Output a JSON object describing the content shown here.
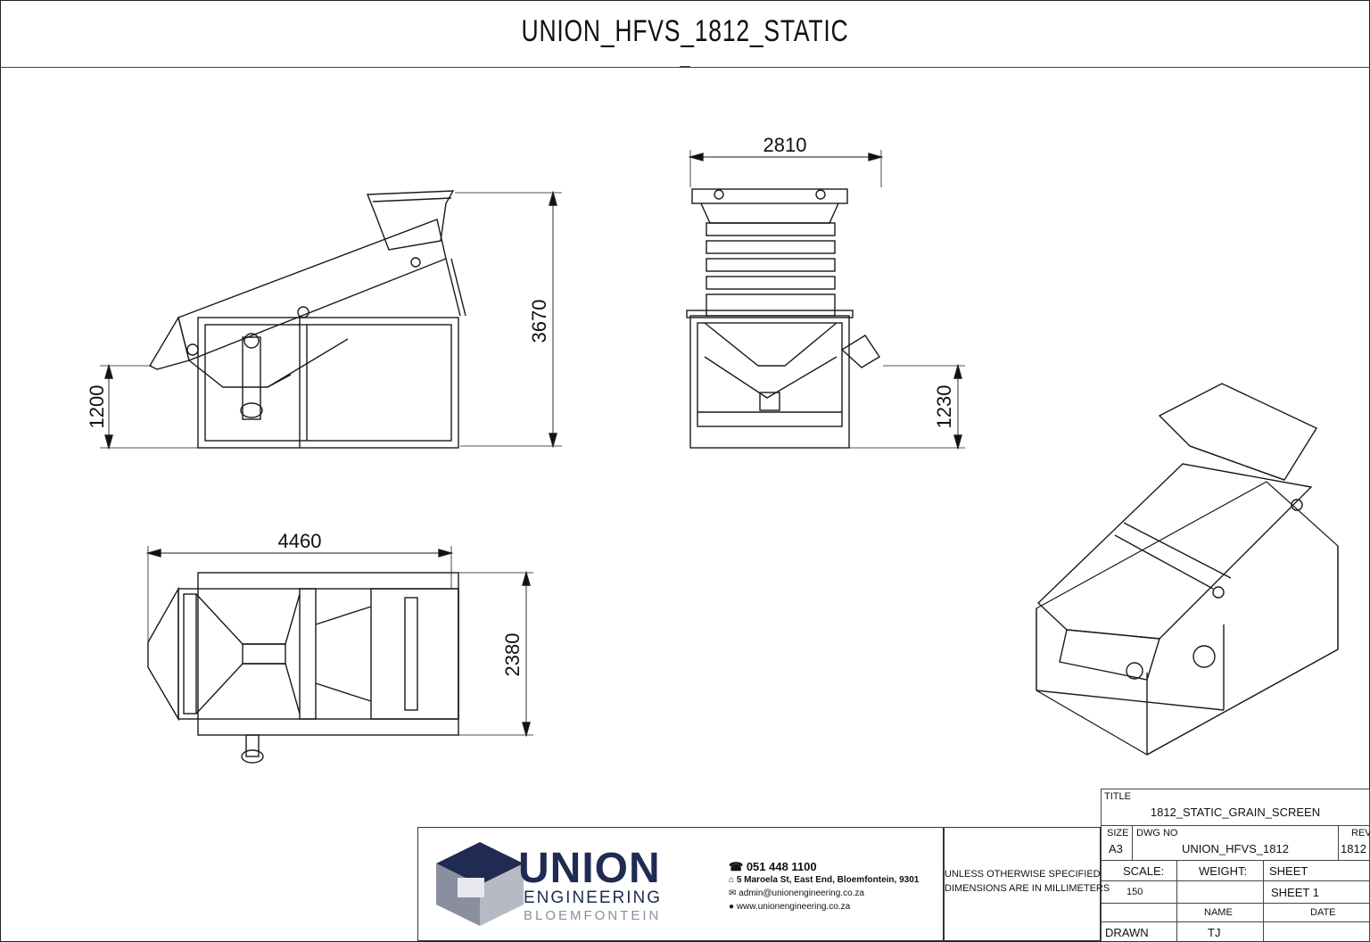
{
  "header": {
    "title": "UNION_HFVS_1812_STATIC"
  },
  "dimensions": {
    "side_height": "3670",
    "side_inlet_height": "1200",
    "front_width": "2810",
    "front_outlet_height": "1230",
    "top_length": "4460",
    "top_width": "2380"
  },
  "logo": {
    "name": "UNION",
    "line2": "ENGINEERING",
    "line3": "BLOEMFONTEIN",
    "brand_color": "#1f2b52",
    "accent_color": "#8a8fa0"
  },
  "contact": {
    "phone": "051 448 1100",
    "address": "5 Maroela St, East End, Bloemfontein, 9301",
    "email": "admin@unionengineering.co.za",
    "website": "www.unionengineering.co.za",
    "icons": [
      "phone-icon",
      "home-icon",
      "mail-icon",
      "globe-icon"
    ]
  },
  "notes": {
    "line1": "UNLESS OTHERWISE SPECIFIED",
    "line2": "DIMENSIONS ARE IN MILLIMETERS"
  },
  "title_block": {
    "title_label": "TITLE",
    "title_value": "1812_STATIC_GRAIN_SCREEN",
    "size_label": "SIZE",
    "size_value": "A3",
    "dwg_label": "DWG NO",
    "dwg_value": "UNION_HFVS_1812",
    "rev_label": "REV",
    "rev_value": "1812",
    "scale_label": "SCALE:",
    "scale_value": "150",
    "weight_label": "WEIGHT:",
    "sheet_label": "SHEET",
    "sheet_value": "SHEET 1",
    "name_label": "NAME",
    "date_label": "DATE",
    "drawn_label": "DRAWN",
    "drawn_value": "TJ"
  }
}
